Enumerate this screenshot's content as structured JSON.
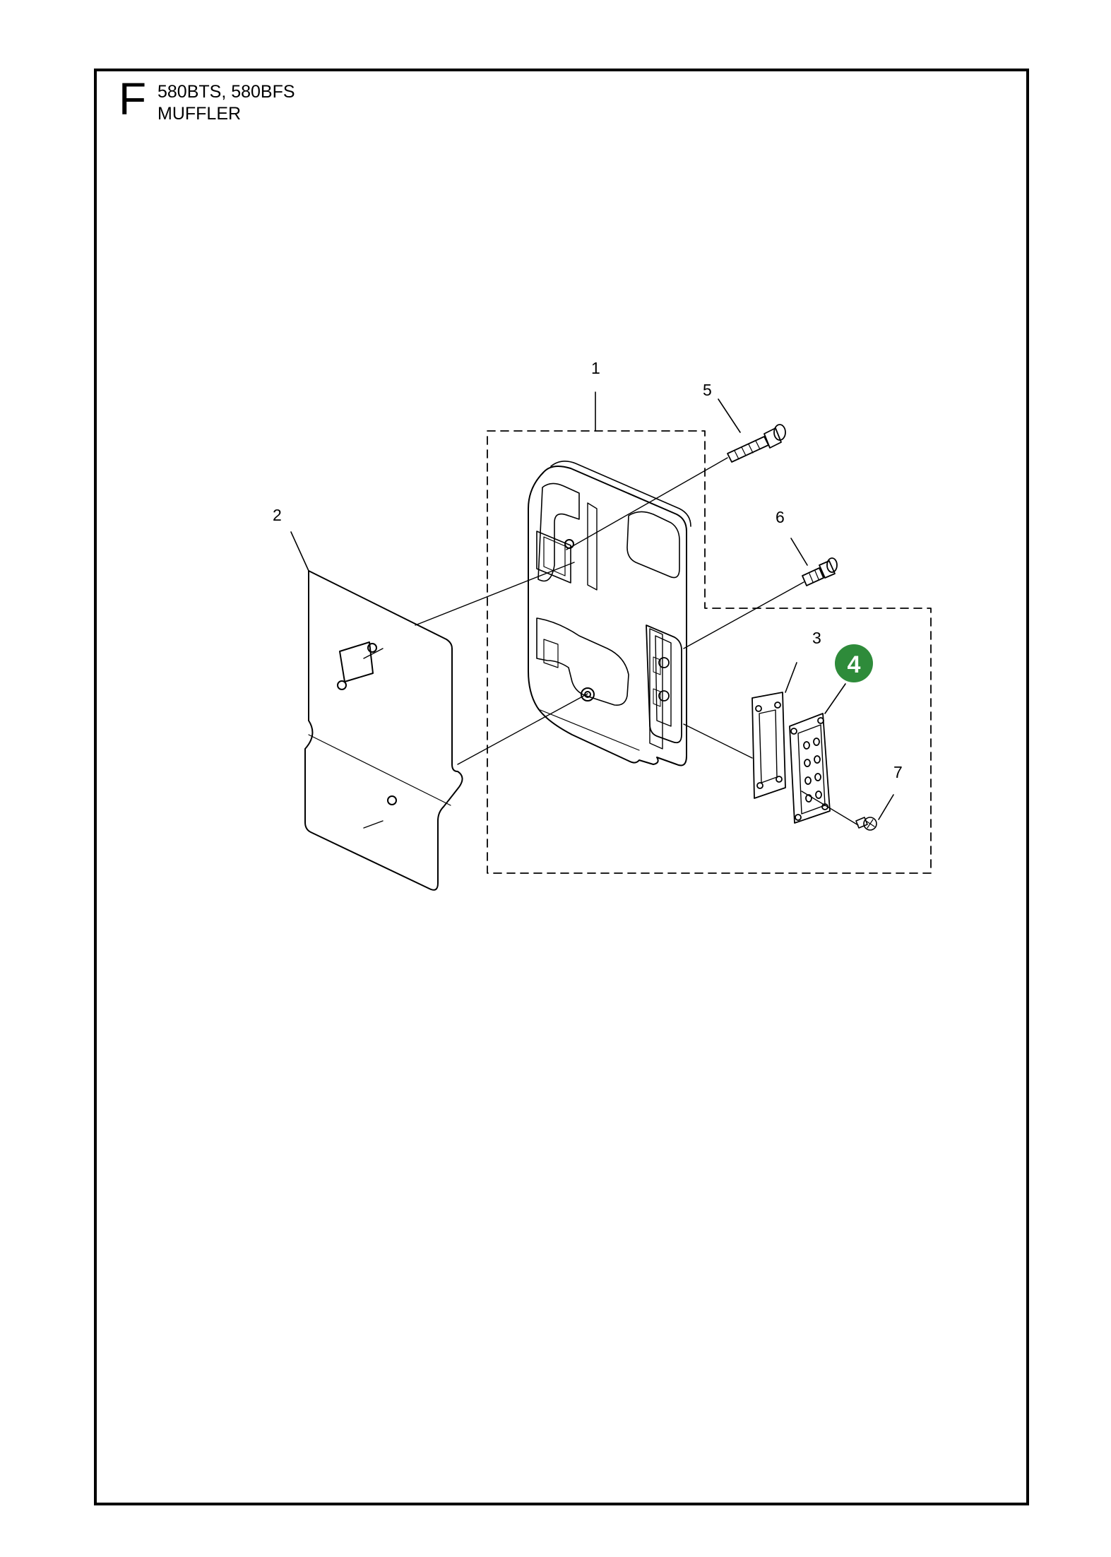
{
  "header": {
    "section_letter": "F",
    "models": "580BTS, 580BFS",
    "assembly_name": "MUFFLER"
  },
  "callouts": [
    {
      "id": "1",
      "label": "1",
      "highlighted": false
    },
    {
      "id": "2",
      "label": "2",
      "highlighted": false
    },
    {
      "id": "3",
      "label": "3",
      "highlighted": false
    },
    {
      "id": "4",
      "label": "4",
      "highlighted": true
    },
    {
      "id": "5",
      "label": "5",
      "highlighted": false
    },
    {
      "id": "6",
      "label": "6",
      "highlighted": false
    },
    {
      "id": "7",
      "label": "7",
      "highlighted": false
    }
  ],
  "colors": {
    "line": "#000000",
    "highlight": "#2e8b3a",
    "highlight_text": "#ffffff",
    "background": "#ffffff"
  }
}
